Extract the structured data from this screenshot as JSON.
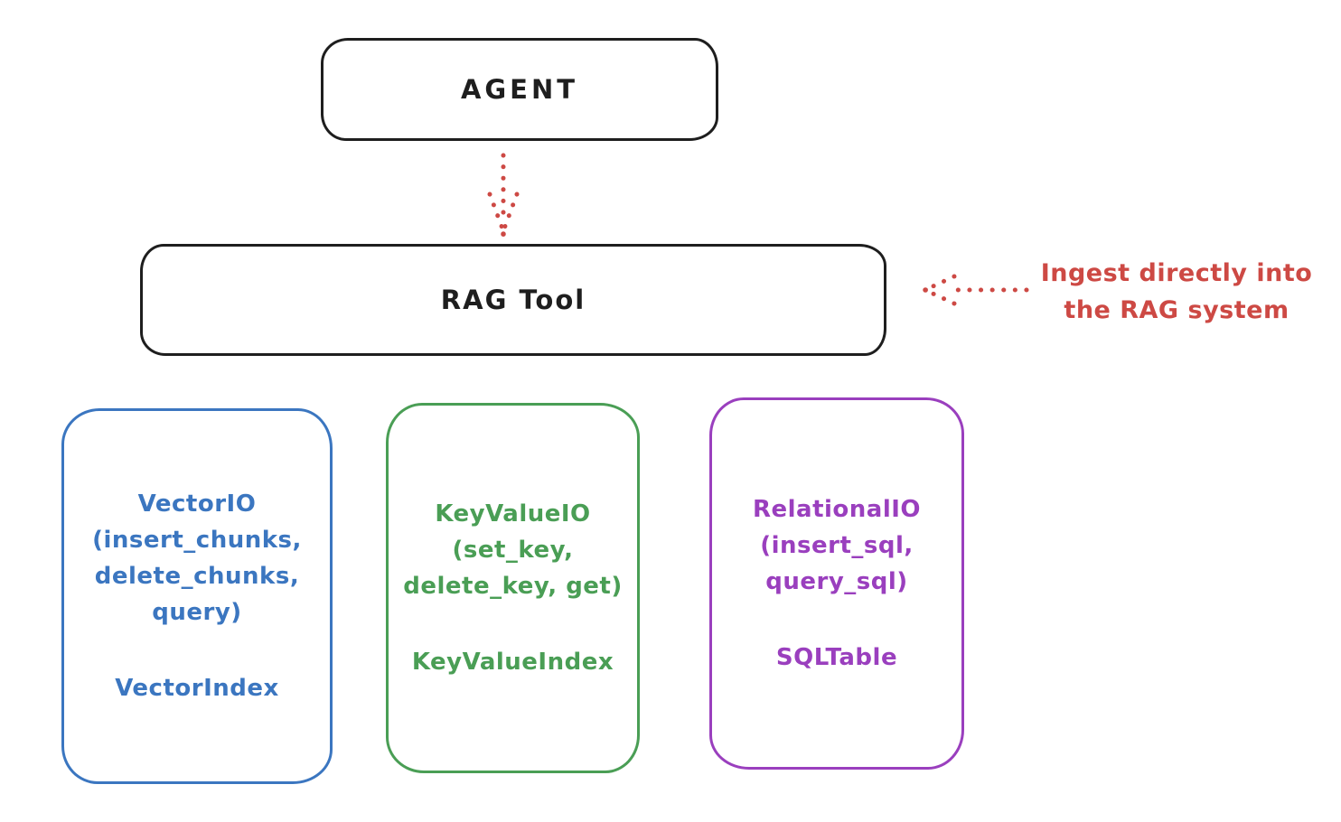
{
  "colors": {
    "background": "#ffffff",
    "ink": "#1e1e1e",
    "red": "#cd4944",
    "blue": "#3b76c0",
    "green": "#4a9e55",
    "purple": "#9a3fbe"
  },
  "nodes": {
    "agent": {
      "label": "AGENT"
    },
    "rag_tool": {
      "label": "RAG Tool"
    }
  },
  "annotation": {
    "text": "Ingest directly into\nthe RAG system"
  },
  "arrows": [
    {
      "name": "agent-to-rag-tool",
      "style": "dotted",
      "direction": "down"
    },
    {
      "name": "ingest-into-rag-tool",
      "style": "dotted",
      "direction": "left"
    }
  ],
  "cards": [
    {
      "id": "vector-io",
      "color": "#3b76c0",
      "body": "VectorIO\n(insert_chunks,\ndelete_chunks,\nquery)",
      "footer": "VectorIndex"
    },
    {
      "id": "keyvalue-io",
      "color": "#4a9e55",
      "body": "KeyValueIO\n(set_key,\ndelete_key, get)",
      "footer": "KeyValueIndex"
    },
    {
      "id": "relational-io",
      "color": "#9a3fbe",
      "body": "RelationalIO\n(insert_sql,\nquery_sql)",
      "footer": "SQLTable"
    }
  ]
}
